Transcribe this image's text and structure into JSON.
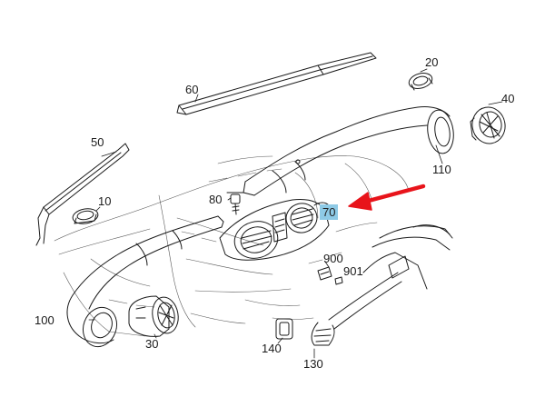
{
  "diagram": {
    "part_labels": {
      "p10": "10",
      "p20": "20",
      "p30": "30",
      "p40": "40",
      "p50": "50",
      "p60": "60",
      "p70": "70",
      "p80": "80",
      "p100": "100",
      "p110": "110",
      "p130": "130",
      "p140": "140",
      "p900": "900",
      "p901": "901"
    },
    "highlighted_part": "70",
    "colors": {
      "line": "#1a1a1a",
      "highlight_bg": "#8ecae6",
      "arrow": "#e8141b",
      "background": "#ffffff"
    }
  }
}
